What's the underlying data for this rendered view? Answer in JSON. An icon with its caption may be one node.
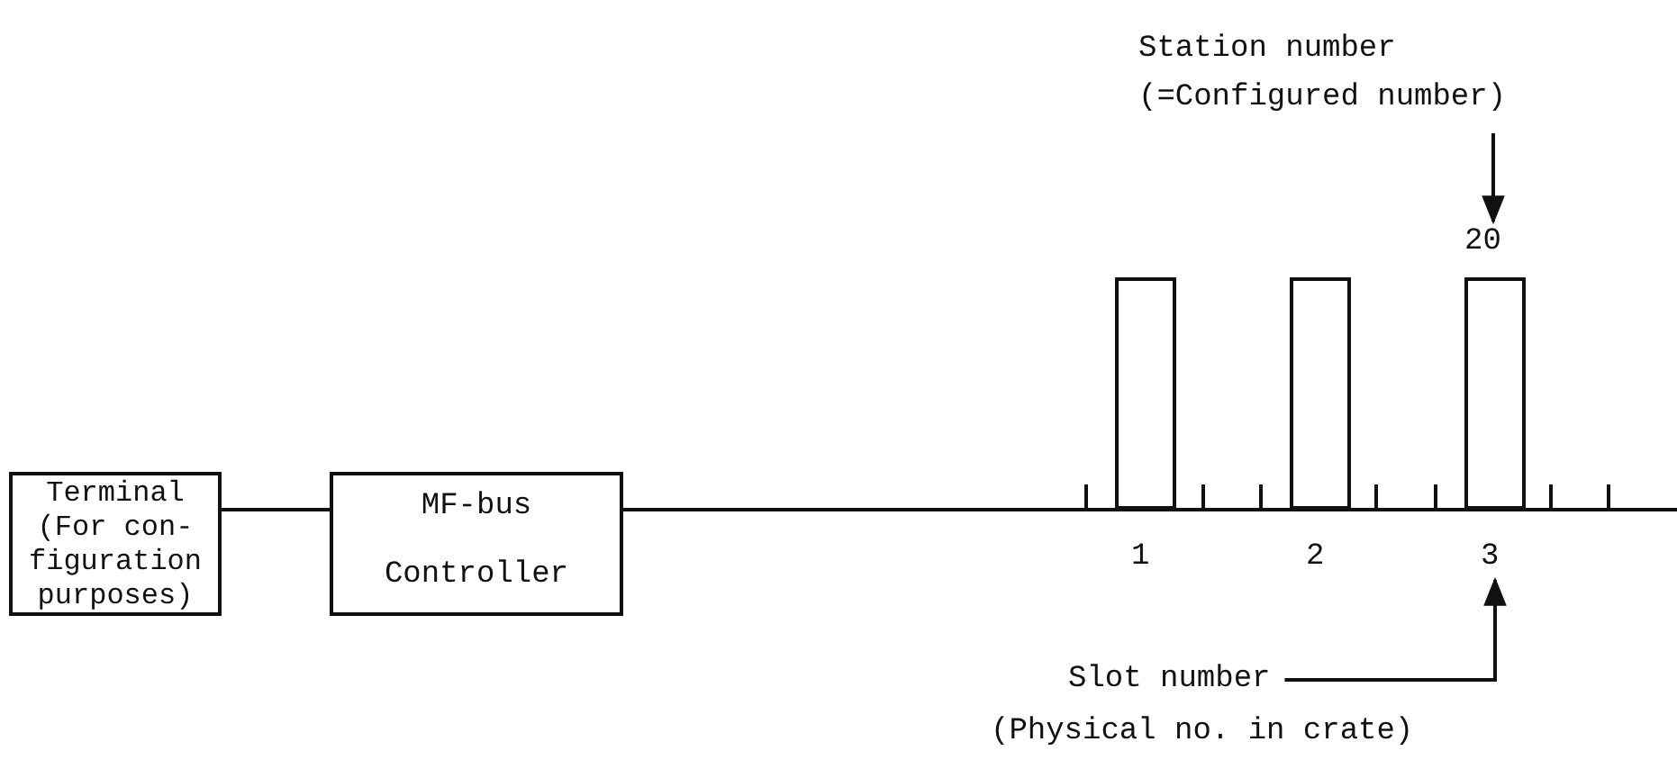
{
  "diagram": {
    "nodes": [
      {
        "text": [
          "Terminal (For con- figuration purposes)"
        ]
      },
      {
        "text": [
          "MF-bus",
          "Controller"
        ]
      },
      {
        "text": [],
        "shape": "box"
      },
      {
        "text": [],
        "shape": "box"
      },
      {
        "text": [],
        "shape": "box"
      },
      {
        "text": [
          "Station number (=Configured number)"
        ]
      },
      {
        "text": [
          "Slot number",
          "(Physical no. in crate)"
        ]
      },
      {
        "text": [
          "20"
        ]
      },
      {
        "text": [
          "3"
        ]
      }
    ],
    "edges": [
      {
        "from": 0,
        "to": 1,
        "arrow": "none"
      },
      {
        "from": 1,
        "to": null,
        "arrow": "none"
      },
      {
        "from": 5,
        "to": 7,
        "arrow": "to"
      },
      {
        "from": 6,
        "to": 8,
        "arrow": "to"
      }
    ],
    "labels": [
      "1",
      "2"
    ]
  }
}
